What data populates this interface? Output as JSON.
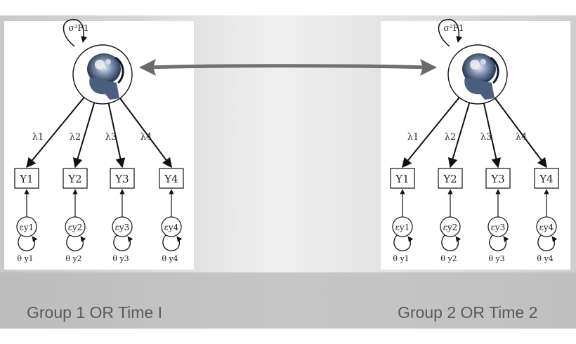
{
  "groups": [
    {
      "caption": "Group 1 OR Time I",
      "factor_variance": "σ²F1",
      "loadings": [
        "λ1",
        "λ2",
        "λ3",
        "λ4"
      ],
      "indicators": [
        "Y1",
        "Y2",
        "Y3",
        "Y4"
      ],
      "errors": [
        "εy1",
        "εy2",
        "εy3",
        "εy4"
      ],
      "error_variances": [
        "θ y1",
        "θ y2",
        "θ y3",
        "θ y4"
      ]
    },
    {
      "caption": "Group 2 OR Time 2",
      "factor_variance": "σ²F1",
      "loadings": [
        "λ1",
        "λ2",
        "λ3",
        "λ4"
      ],
      "indicators": [
        "Y1",
        "Y2",
        "Y3",
        "Y4"
      ],
      "errors": [
        "εy1",
        "εy2",
        "εy3",
        "εy4"
      ],
      "error_variances": [
        "θ y1",
        "θ y2",
        "θ y3",
        "θ y4"
      ]
    }
  ],
  "factor_icon": "brain-xray-head-icon",
  "connector_icon": "double-headed-arrow-icon",
  "colors": {
    "panel": "#ffffff",
    "caption": "#5a5a5a",
    "arrow": "#6e6e6e",
    "lines": "#111111"
  }
}
